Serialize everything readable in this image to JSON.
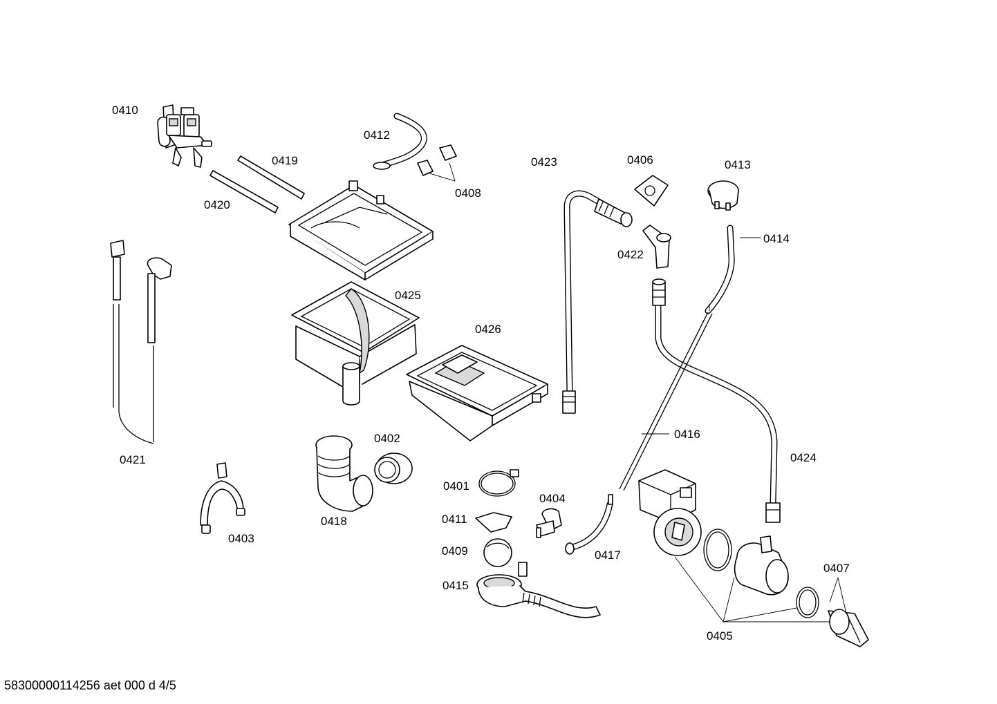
{
  "labels": {
    "p0401": "0401",
    "p0402": "0402",
    "p0403": "0403",
    "p0404": "0404",
    "p0405": "0405",
    "p0406": "0406",
    "p0407": "0407",
    "p0408": "0408",
    "p0409": "0409",
    "p0410": "0410",
    "p0411": "0411",
    "p0412": "0412",
    "p0413": "0413",
    "p0414": "0414",
    "p0415": "0415",
    "p0416": "0416",
    "p0417": "0417",
    "p0418": "0418",
    "p0419": "0419",
    "p0420": "0420",
    "p0421": "0421",
    "p0422": "0422",
    "p0423": "0423",
    "p0424": "0424",
    "p0425": "0425",
    "p0426": "0426"
  },
  "footer": "58300000114256 aet 000 d 4/5"
}
